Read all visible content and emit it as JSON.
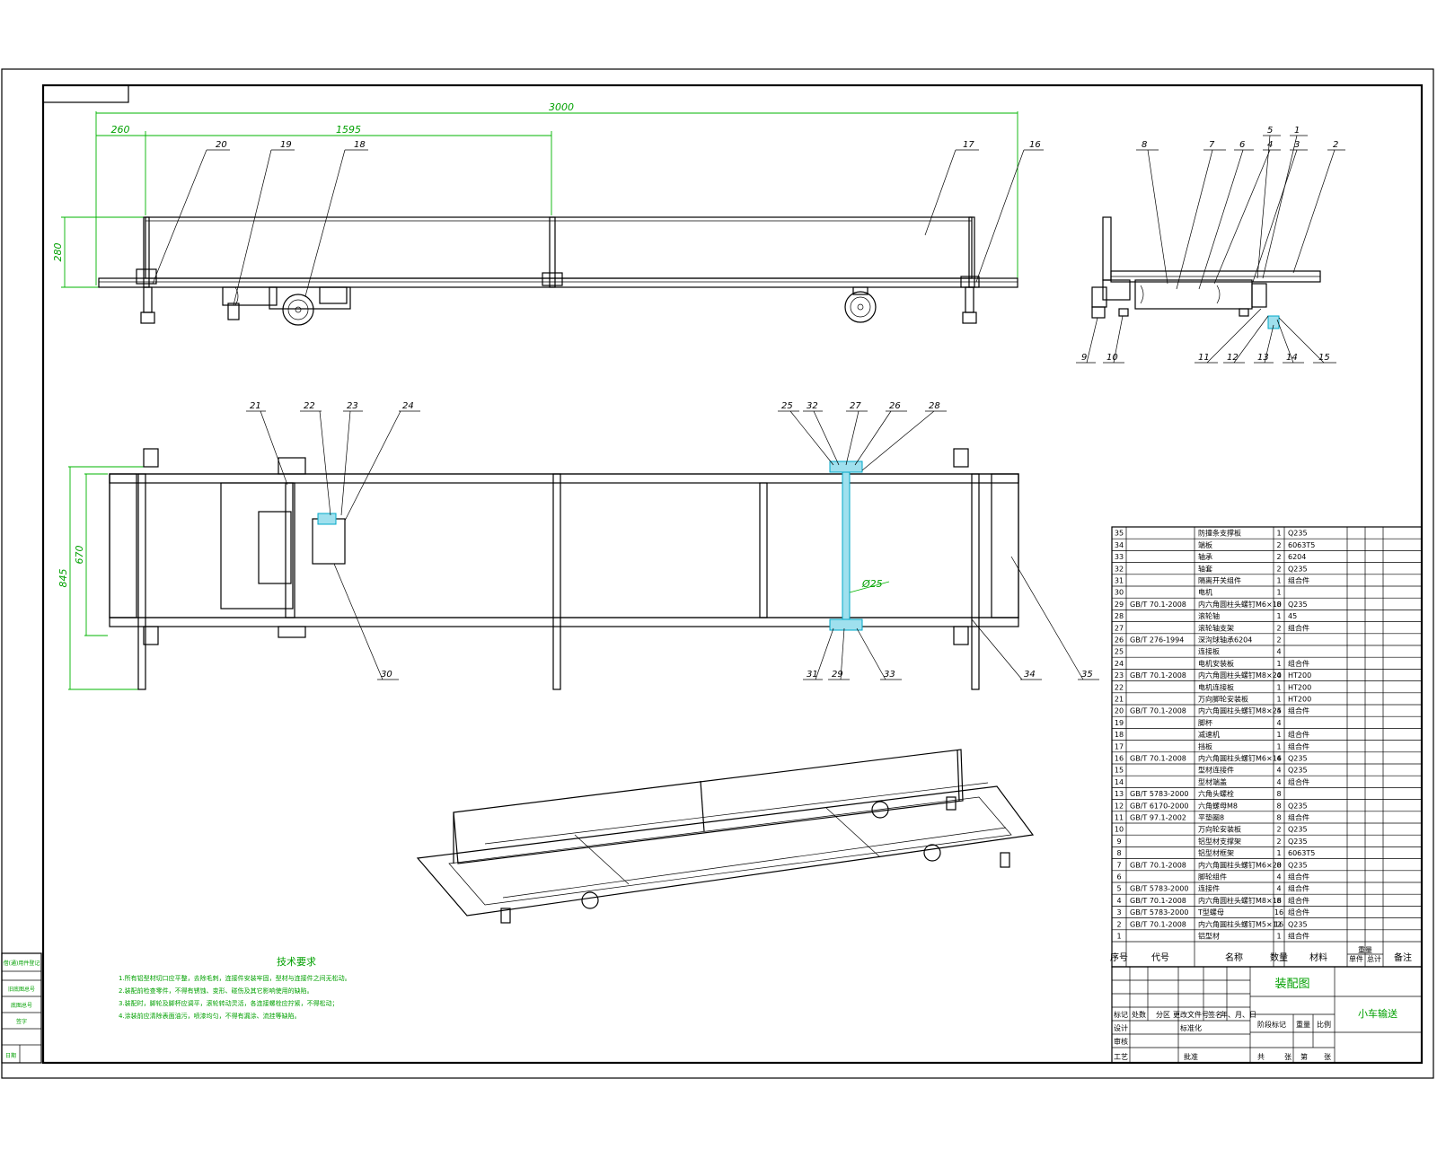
{
  "side_view": {
    "dim_total": "3000",
    "dim_left": "260",
    "dim_mid": "1595",
    "dim_height": "280",
    "balloons": [
      "20",
      "19",
      "18",
      "17",
      "16"
    ]
  },
  "end_view": {
    "balloons_top": [
      "8",
      "7",
      "6",
      "4",
      "3",
      "2",
      "1",
      "5"
    ],
    "balloons_bottom": [
      "9",
      "10",
      "11",
      "12",
      "13",
      "14",
      "15"
    ]
  },
  "plan_view": {
    "dim_outer": "845",
    "dim_inner": "670",
    "dim_pipe": "Ø25",
    "balloons_top": [
      "21",
      "22",
      "23",
      "24",
      "25",
      "32",
      "27",
      "26",
      "28"
    ],
    "balloons_bottom": [
      "30",
      "31",
      "29",
      "33",
      "34",
      "35"
    ]
  },
  "tech_req": {
    "title": "技术要求",
    "lines": [
      "1.所有铝型材切口应平整，去除毛刺，连接件安装牢固，型材与连接件之间无松动。",
      "2.装配前检查零件，不得有锈蚀、变形、碰伤及其它影响使用的缺陷。",
      "3.装配时，脚轮及脚杯应调平，滚轮转动灵活，各连接螺栓应拧紧，不得松动；",
      "4.涂装前应清除表面油污，喷漆均匀，不得有漏涂、流挂等缺陷。"
    ]
  },
  "left_strip": [
    "借(通)用件登记",
    "旧底图总号",
    "底图总号",
    "签字",
    "日期"
  ],
  "bom": {
    "headers": [
      "序号",
      "代号",
      "名称",
      "数量",
      "材料",
      "单件",
      "总计",
      "备注"
    ],
    "weight_label": "重量",
    "rows": [
      [
        "35",
        "",
        "防撞条支撑板",
        "1",
        "Q235",
        ""
      ],
      [
        "34",
        "",
        "端板",
        "2",
        "6063T5",
        ""
      ],
      [
        "33",
        "",
        "轴承",
        "2",
        "6204",
        ""
      ],
      [
        "32",
        "",
        "轴套",
        "2",
        "Q235",
        ""
      ],
      [
        "31",
        "",
        "隔离开关组件",
        "1",
        "组合件",
        ""
      ],
      [
        "30",
        "",
        "电机",
        "1",
        "",
        ""
      ],
      [
        "29",
        "GB/T 70.1-2008",
        "内六角圆柱头螺钉M6×10",
        "8",
        "Q235",
        ""
      ],
      [
        "28",
        "",
        "滚轮轴",
        "1",
        "45",
        ""
      ],
      [
        "27",
        "",
        "滚轮轴支架",
        "2",
        "组合件",
        ""
      ],
      [
        "26",
        "GB/T 276-1994",
        "深沟球轴承6204",
        "2",
        "",
        ""
      ],
      [
        "25",
        "",
        "连接板",
        "4",
        "",
        ""
      ],
      [
        "24",
        "",
        "电机安装板",
        "1",
        "组合件",
        ""
      ],
      [
        "23",
        "GB/T 70.1-2008",
        "内六角圆柱头螺钉M8×20",
        "4",
        "HT200",
        ""
      ],
      [
        "22",
        "",
        "电机连接板",
        "1",
        "HT200",
        ""
      ],
      [
        "21",
        "",
        "万向脚轮安装板",
        "1",
        "HT200",
        ""
      ],
      [
        "20",
        "GB/T 70.1-2008",
        "内六角圆柱头螺钉M8×25",
        "4",
        "组合件",
        ""
      ],
      [
        "19",
        "",
        "脚杯",
        "4",
        "",
        ""
      ],
      [
        "18",
        "",
        "减速机",
        "1",
        "组合件",
        ""
      ],
      [
        "17",
        "",
        "挡板",
        "1",
        "组合件",
        ""
      ],
      [
        "16",
        "GB/T 70.1-2008",
        "内六角圆柱头螺钉M6×16",
        "4",
        "Q235",
        ""
      ],
      [
        "15",
        "",
        "型材连接件",
        "4",
        "Q235",
        ""
      ],
      [
        "14",
        "",
        "型材端盖",
        "4",
        "组合件",
        ""
      ],
      [
        "13",
        "GB/T 5783-2000",
        "六角头螺栓",
        "8",
        "",
        ""
      ],
      [
        "12",
        "GB/T 6170-2000",
        "六角螺母M8",
        "8",
        "Q235",
        ""
      ],
      [
        "11",
        "GB/T 97.1-2002",
        "平垫圈8",
        "8",
        "组合件",
        ""
      ],
      [
        "10",
        "",
        "万向轮安装板",
        "2",
        "Q235",
        ""
      ],
      [
        "9",
        "",
        "铝型材支撑架",
        "2",
        "Q235",
        ""
      ],
      [
        "8",
        "",
        "铝型材框架",
        "1",
        "6063T5",
        ""
      ],
      [
        "7",
        "GB/T 70.1-2008",
        "内六角圆柱头螺钉M6×20",
        "8",
        "Q235",
        ""
      ],
      [
        "6",
        "",
        "脚轮组件",
        "4",
        "组合件",
        ""
      ],
      [
        "5",
        "GB/T 5783-2000",
        "连接件",
        "4",
        "组合件",
        ""
      ],
      [
        "4",
        "GB/T 70.1-2008",
        "内六角圆柱头螺钉M8×16",
        "8",
        "组合件",
        ""
      ],
      [
        "3",
        "GB/T 5783-2000",
        "T型螺母",
        "16",
        "组合件",
        ""
      ],
      [
        "2",
        "GB/T 70.1-2008",
        "内六角圆柱头螺钉M5×12",
        "16",
        "Q235",
        ""
      ],
      [
        "1",
        "",
        "铝型材",
        "1",
        "组合件",
        ""
      ]
    ]
  },
  "title_block": {
    "drawing_name": "装配图",
    "project": "小车输送",
    "rev_labels": [
      "标记",
      "处数",
      "分区",
      "更改文件号",
      "签名",
      "年、月、日"
    ],
    "role_labels": [
      "设计",
      "标准化",
      "审核",
      "工艺",
      "批准"
    ],
    "stage_label": "阶段标记",
    "weight_label": "重量",
    "scale_label": "比例",
    "sheet_labels": [
      "共",
      "张",
      "第",
      "张"
    ]
  }
}
